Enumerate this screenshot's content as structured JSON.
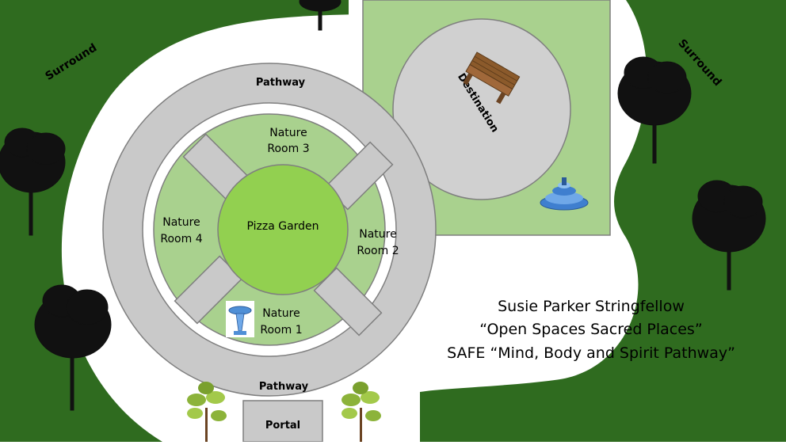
{
  "labels": {
    "surround_left": "Surround",
    "surround_right": "Surround",
    "pathway_top": "Pathway",
    "pathway_bottom": "Pathway",
    "portal": "Portal",
    "destination": "Destination",
    "center": "Pizza Garden",
    "room1_line1": "Nature",
    "room1_line2": "Room 1",
    "room2_line1": "Nature",
    "room2_line2": "Room 2",
    "room3_line1": "Nature",
    "room3_line2": "Room 3",
    "room4_line1": "Nature",
    "room4_line2": "Room 4"
  },
  "caption": {
    "line1": "Susie Parker Stringfellow",
    "line2": "“Open Spaces Sacred Places”",
    "line3": "SAFE “Mind, Body and Spirit Pathway”"
  },
  "colors": {
    "surround_green": "#2f6b1f",
    "path_gray": "#c9c9c9",
    "room_green": "#a9d18e",
    "center_green": "#92d050",
    "square_green": "#a9d18e",
    "outline_gray": "#7f7f7f"
  },
  "icons": [
    "tree-icon",
    "bench-icon",
    "fountain-icon",
    "birdbath-icon",
    "shrub-icon"
  ]
}
